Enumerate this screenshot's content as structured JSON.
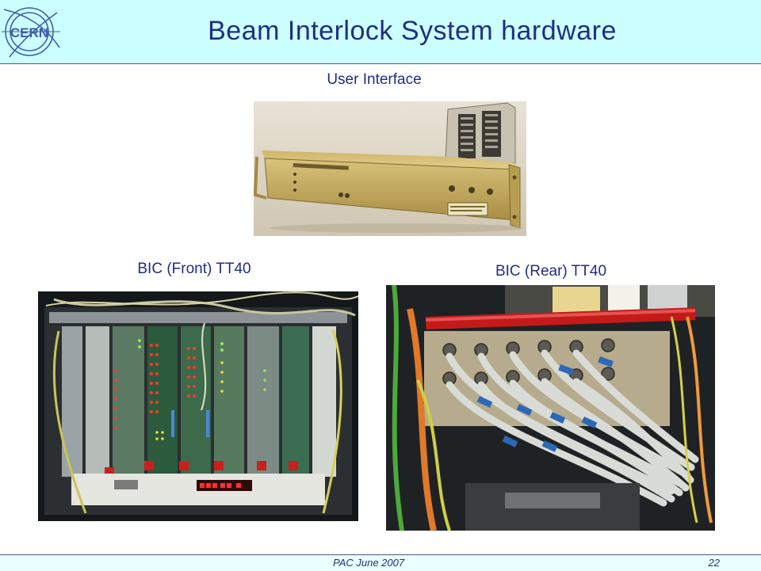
{
  "header": {
    "title": "Beam Interlock System hardware",
    "logo_text": "CERN"
  },
  "figures": {
    "user_interface": {
      "caption": "User Interface"
    },
    "bic_front": {
      "caption": "BIC (Front) TT40"
    },
    "bic_rear": {
      "caption": "BIC (Rear) TT40"
    }
  },
  "footer": {
    "left": "PAC  June 2007",
    "page_number": "22"
  },
  "colors": {
    "title": "#1f2f80",
    "header_bg": "#ccffff",
    "footer_bg": "#eaffff"
  }
}
